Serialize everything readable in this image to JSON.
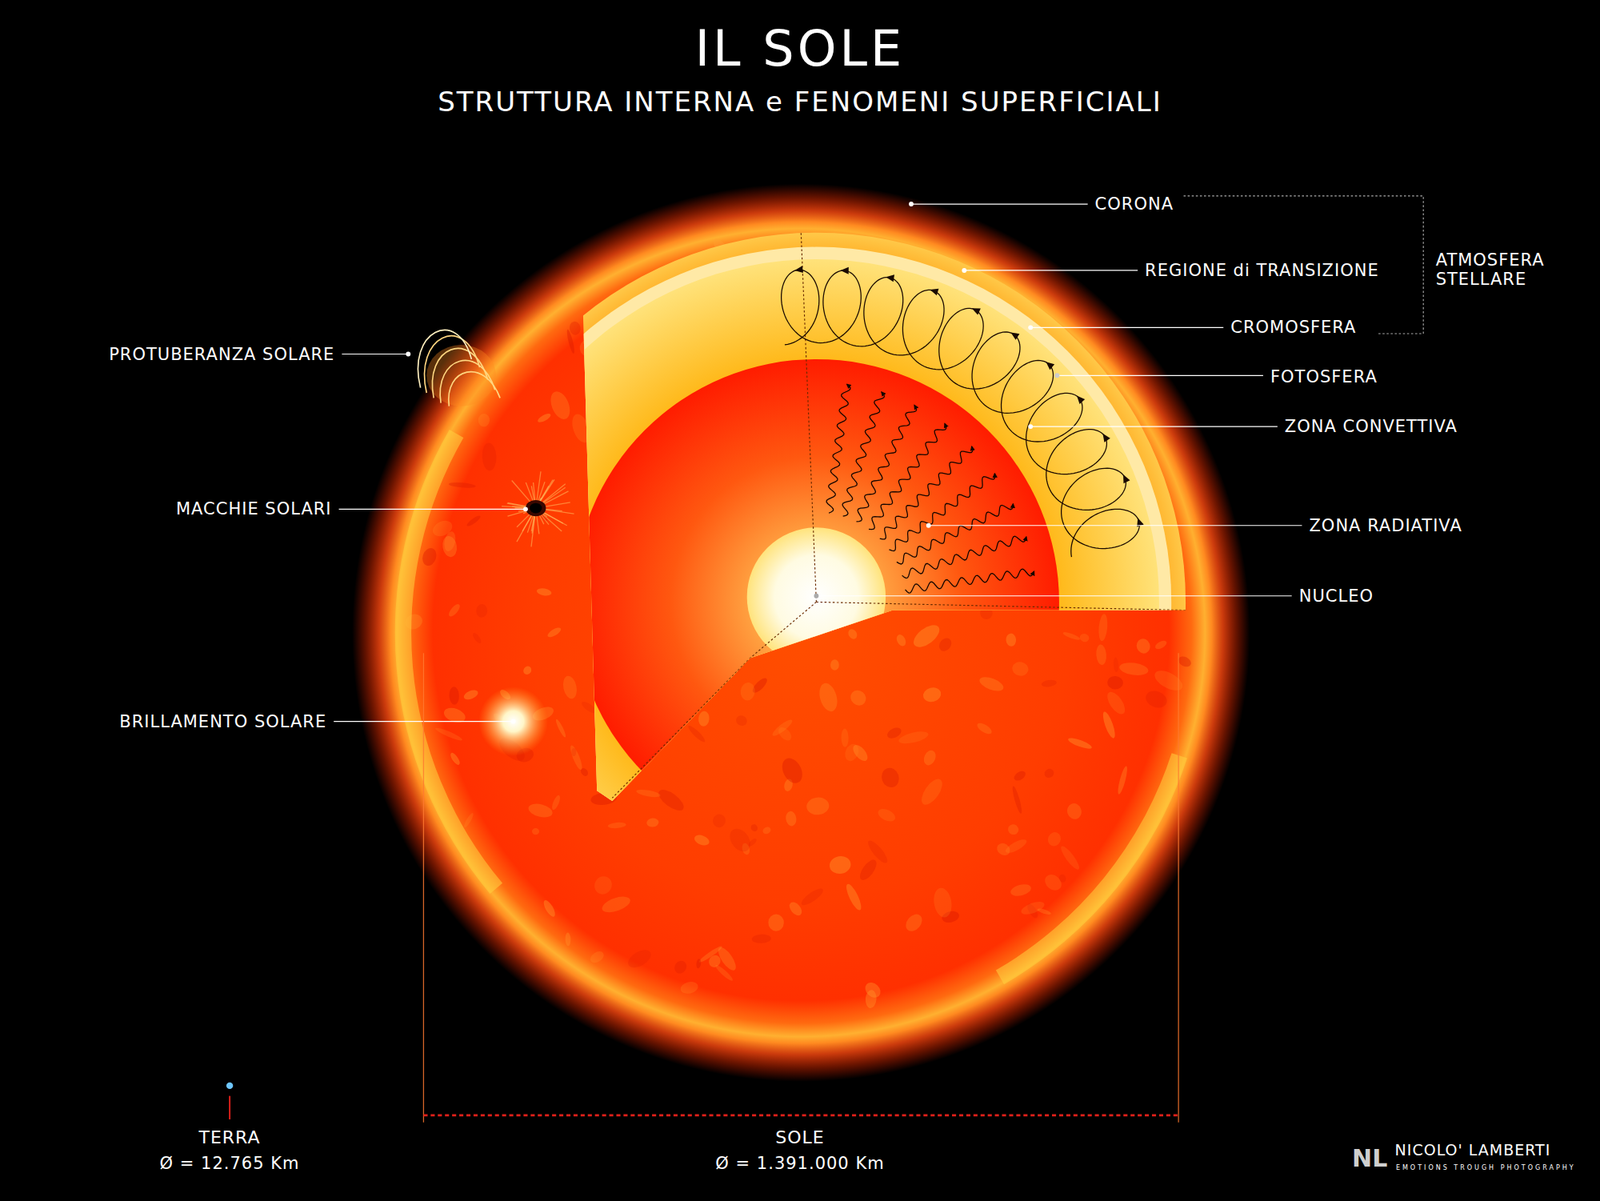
{
  "diagram": {
    "title": "IL SOLE",
    "labels": [
      "STRUTTURA INTERNA e FENOMENI SUPERFICIALI",
      "CORONA",
      "REGIONE di TRANSIZIONE",
      "CROMOSFERA",
      "FOTOSFERA",
      "ZONA CONVETTIVA",
      "ZONA RADIATIVA",
      "NUCLEO",
      "ATMOSFERA STELLARE",
      "PROTUBERANZA SOLARE",
      "MACCHIE SOLARI",
      "BRILLAMENTO SOLARE",
      "TERRA",
      "Ø = 12.765 Km",
      "SOLE",
      "Ø = 1.391.000 Km",
      "NL",
      "NICOLO' LAMBERTI",
      "EMOTIONS TROUGH PHOTOGRAPHY"
    ]
  }
}
